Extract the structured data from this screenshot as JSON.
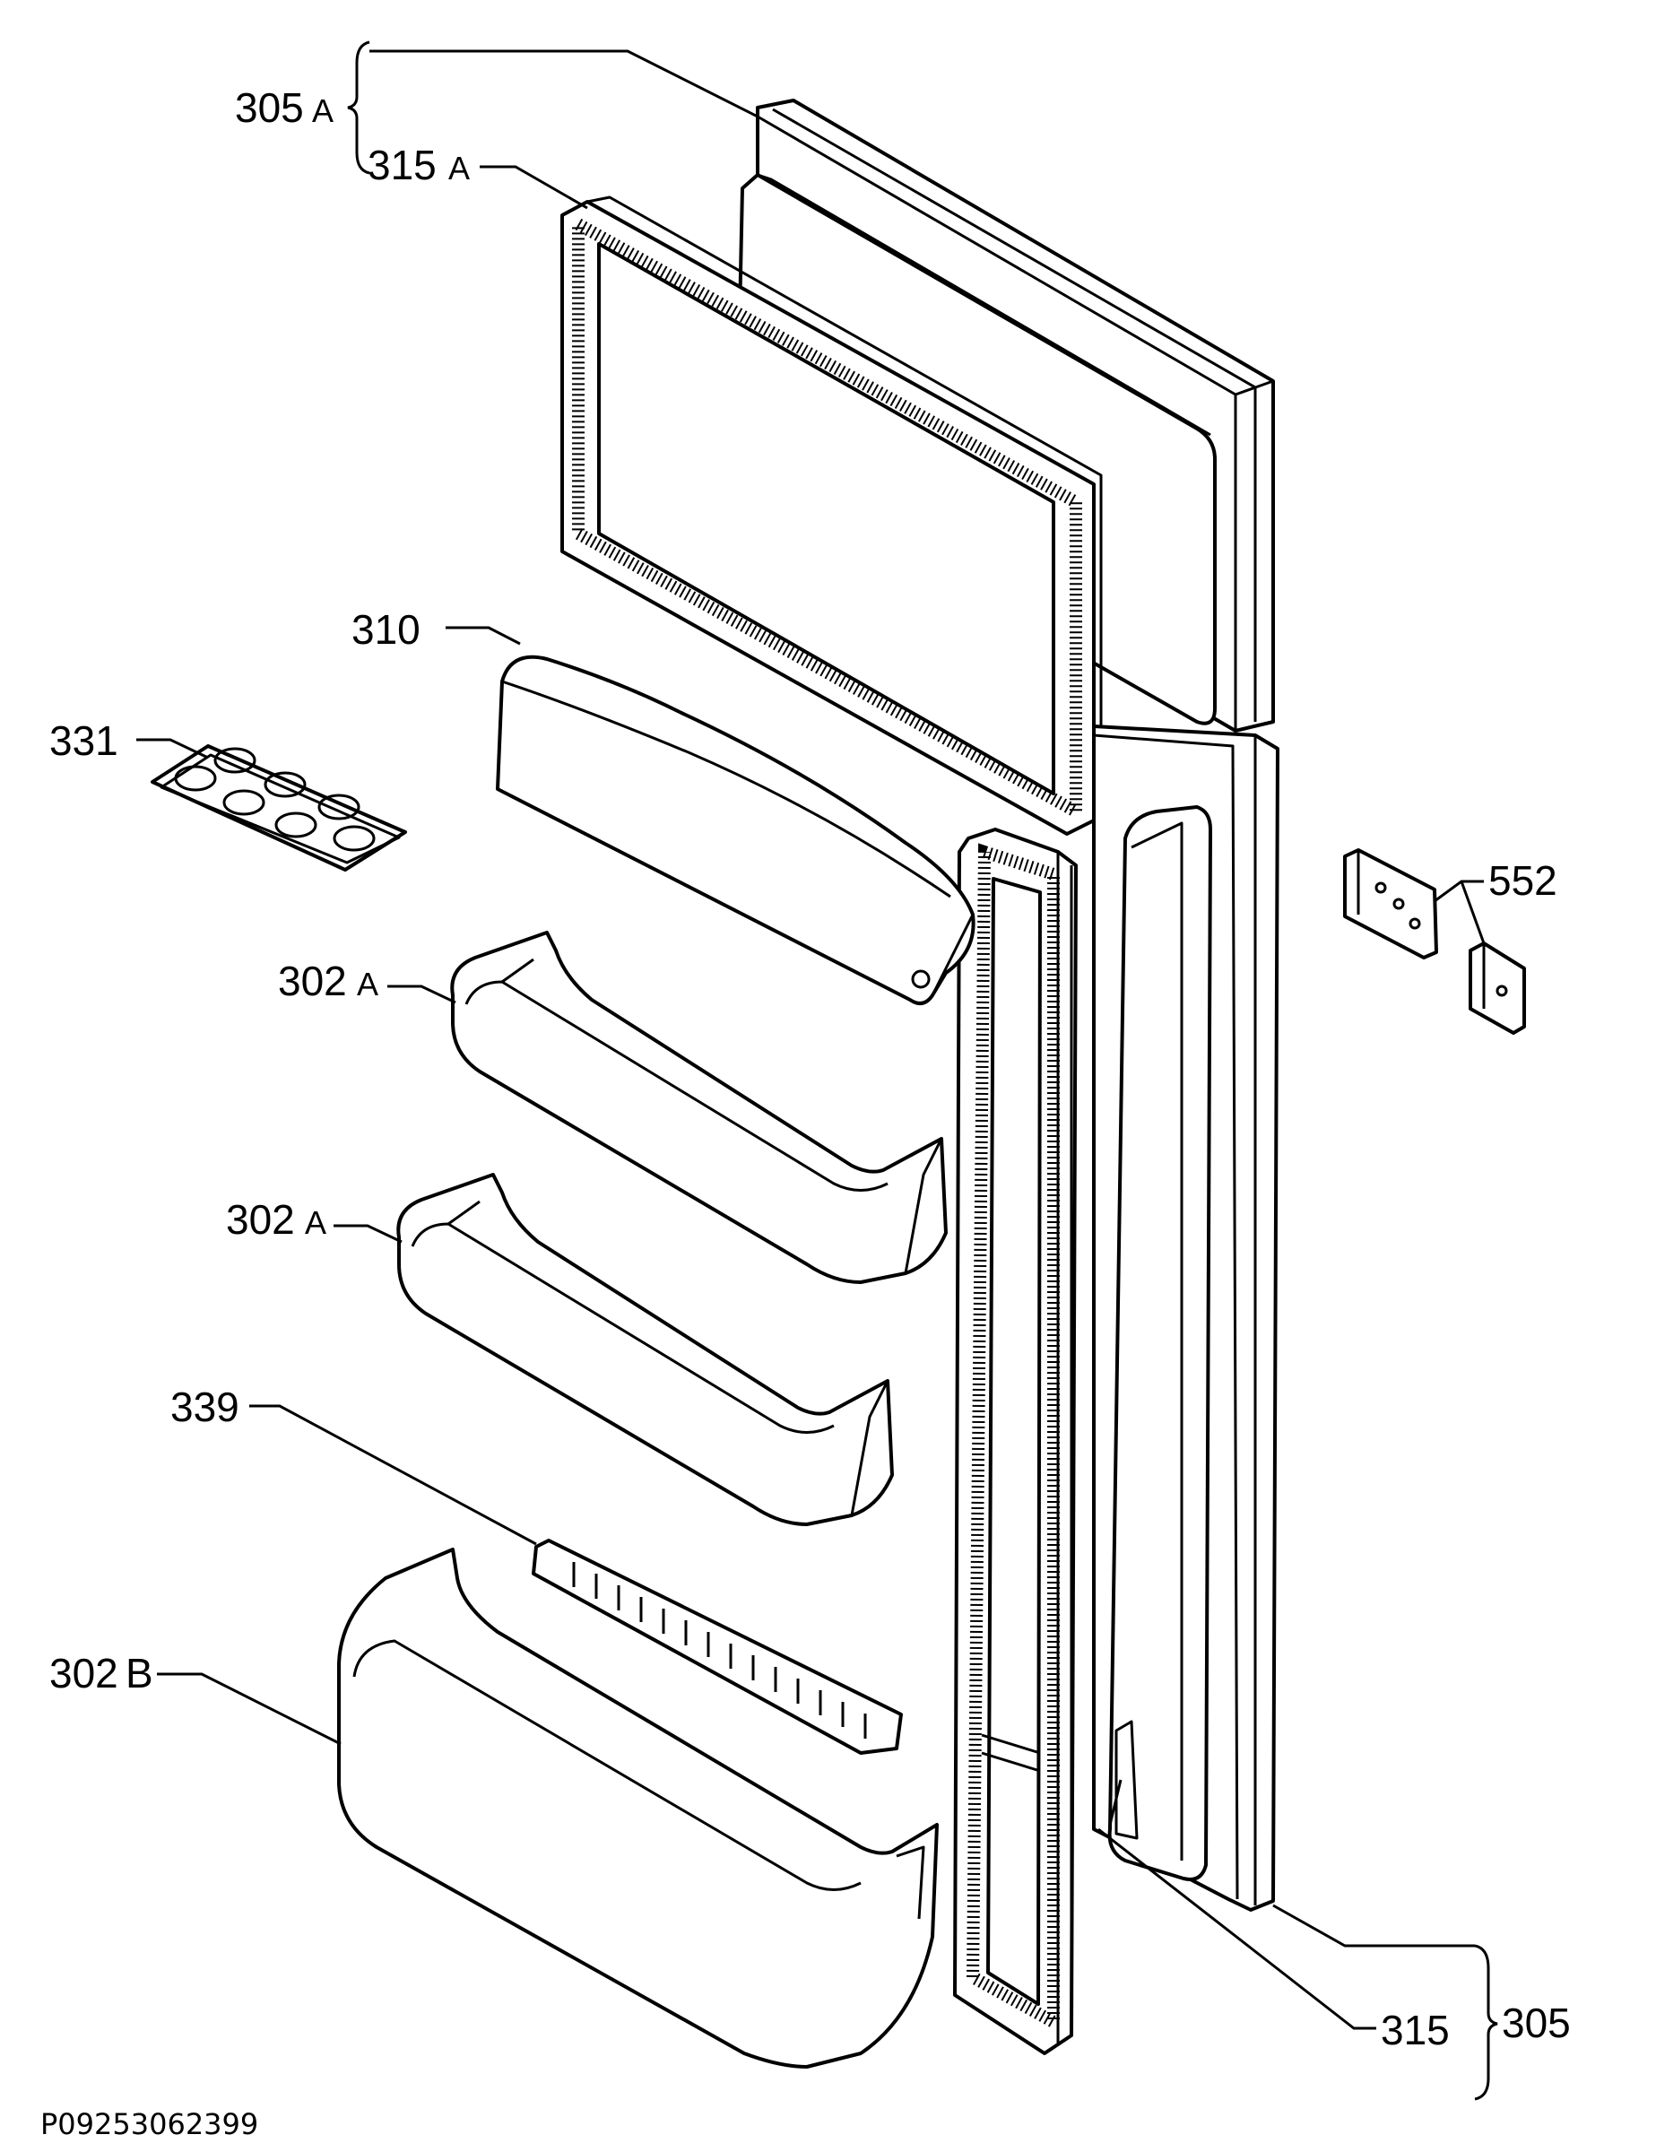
{
  "drawing_code": "P09253062399",
  "labels": {
    "l305a_num": "305",
    "l305a_suf": "A",
    "l315a_num": "315",
    "l315a_suf": "A",
    "l310": "310",
    "l331": "331",
    "l302a_1_num": "302",
    "l302a_1_suf": "A",
    "l302a_2_num": "302",
    "l302a_2_suf": "A",
    "l339": "339",
    "l302b_num": "302",
    "l302b_suf": "B",
    "l552": "552",
    "l305": "305",
    "l315": "315"
  }
}
